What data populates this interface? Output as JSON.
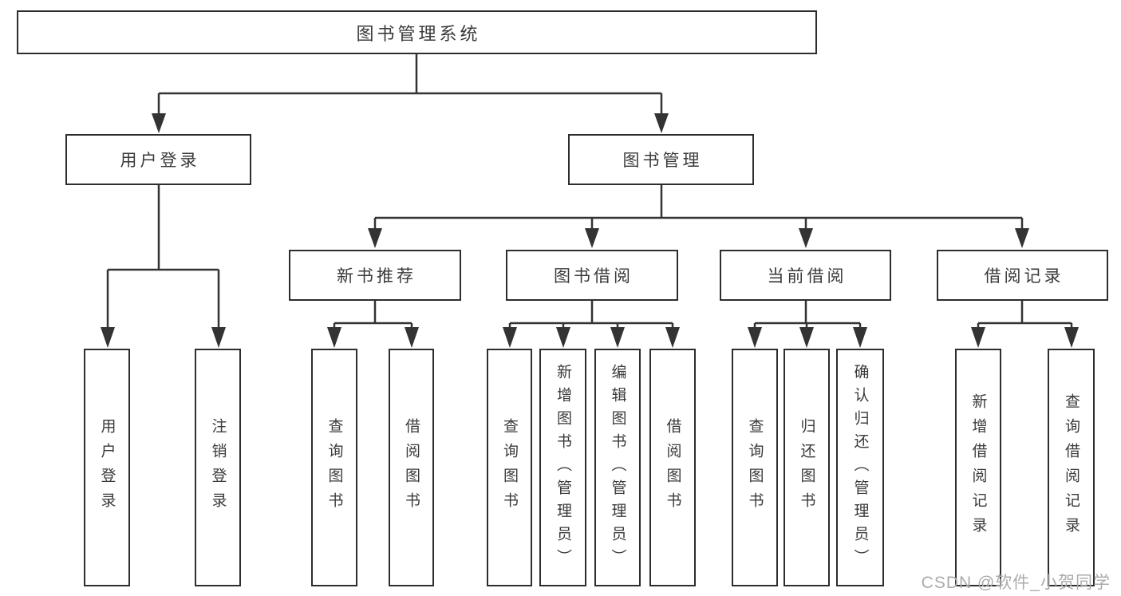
{
  "diagram": {
    "root_label": "图书管理系统",
    "branches": {
      "user_login": {
        "label": "用户登录",
        "children": [
          "用户登录",
          "注销登录"
        ]
      },
      "book_mgmt": {
        "label": "图书管理"
      },
      "new_books": {
        "label": "新书推荐",
        "children": [
          "查询图书",
          "借阅图书"
        ]
      },
      "borrowing": {
        "label": "图书借阅",
        "children": [
          "查询图书",
          "新增图书（管理员）",
          "编辑图书（管理员）",
          "借阅图书"
        ]
      },
      "current": {
        "label": "当前借阅",
        "children": [
          "查询图书",
          "归还图书",
          "确认归还（管理员）"
        ]
      },
      "records": {
        "label": "借阅记录",
        "children": [
          "新增借阅记录",
          "查询借阅记录"
        ]
      }
    },
    "watermark": "CSDN @软件_小贺同学",
    "colors": {
      "line": "#333333",
      "border": "#2d2d2d",
      "text": "#3a3a3a",
      "watermark": "#ababab",
      "background": "#ffffff"
    }
  }
}
